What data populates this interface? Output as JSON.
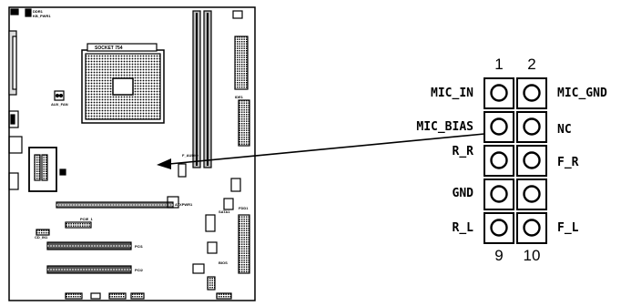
{
  "board": {
    "socket_label": "SOCKET 754",
    "labels": {
      "top_left": "DDR1",
      "top_left_2": "KB_PWR1",
      "aux_fan": "AUX_FAN",
      "pcie": "PCIE_1",
      "cd_in": "CD_IN1",
      "pci1": "PCI1",
      "pci2": "PCI2",
      "fdd": "FDD1",
      "ide": "IDE1",
      "atx": "ATXPWR1",
      "jp1": "F_AUDIO",
      "sata": "SATA1",
      "bios": "BIOS"
    }
  },
  "header": {
    "top_numbers": [
      "1",
      "2"
    ],
    "bottom_numbers": [
      "9",
      "10"
    ],
    "left_labels": [
      "MIC_IN",
      "MIC_BIAS",
      "R_R",
      "GND",
      "R_L"
    ],
    "right_labels": [
      "MIC_GND",
      "NC",
      "F_R",
      "",
      "F_L"
    ]
  }
}
